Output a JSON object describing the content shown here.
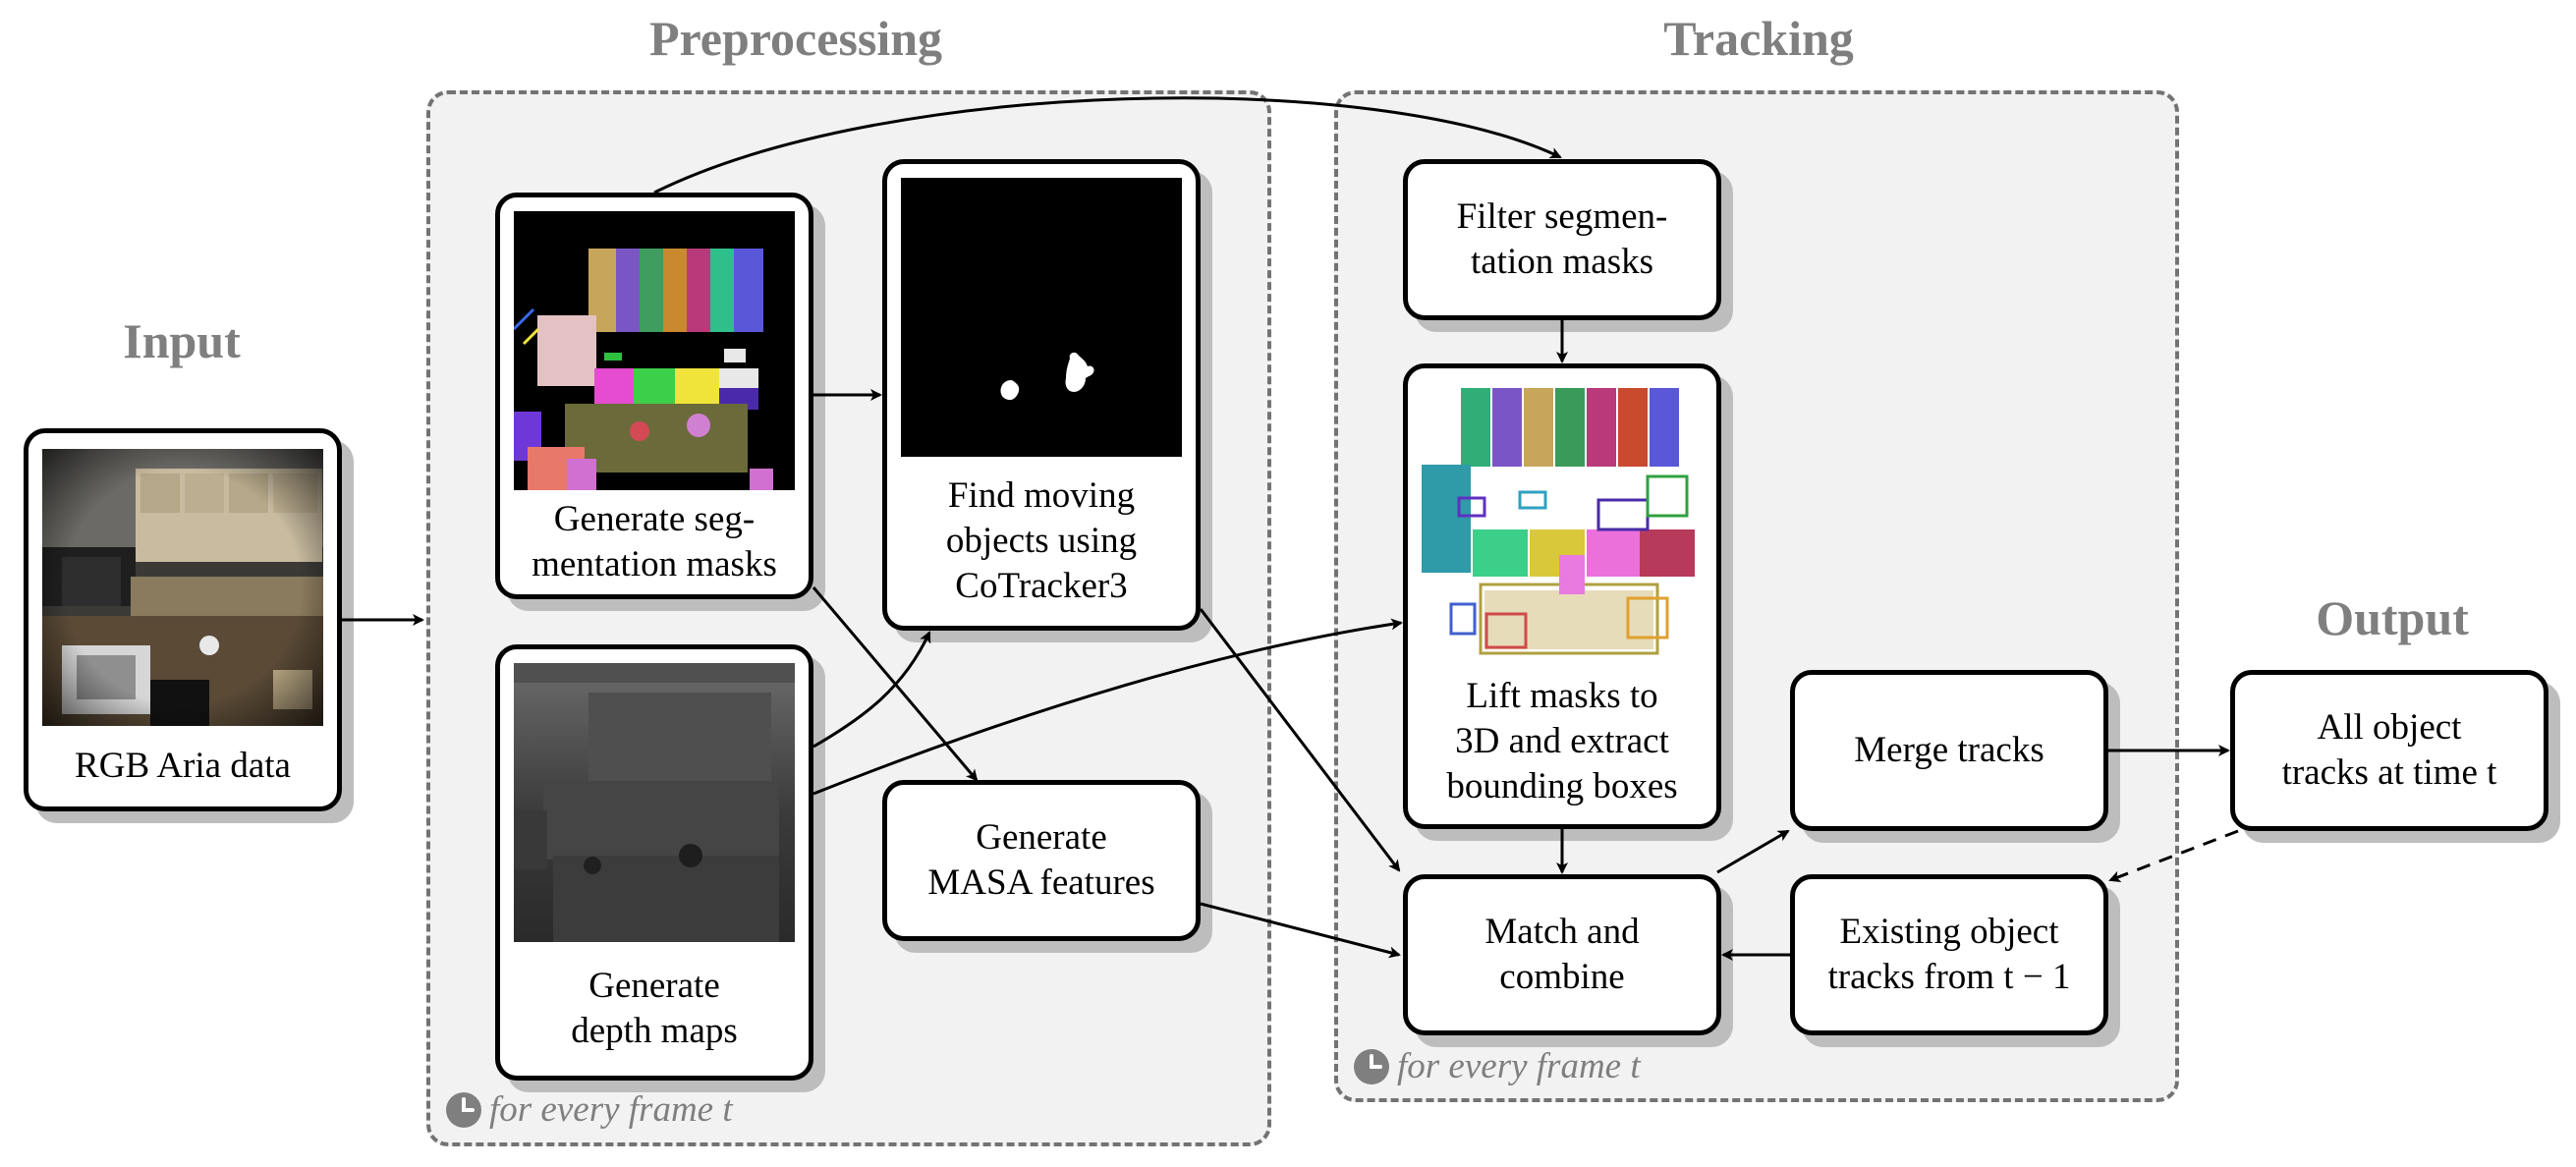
{
  "titles": {
    "input": "Input",
    "preprocessing": "Preprocessing",
    "tracking": "Tracking",
    "output": "Output"
  },
  "nodes": {
    "rgb": {
      "lines": [
        "RGB Aria data"
      ]
    },
    "segmentation": {
      "lines": [
        "Generate seg-",
        "mentation masks"
      ]
    },
    "depth": {
      "lines": [
        "Generate",
        "depth maps"
      ]
    },
    "moving": {
      "lines": [
        "Find moving",
        "objects using",
        "CoTracker3"
      ]
    },
    "masa": {
      "lines": [
        "Generate",
        "MASA features"
      ]
    },
    "filter": {
      "lines": [
        "Filter segmen-",
        "tation masks"
      ]
    },
    "lift": {
      "lines": [
        "Lift masks to",
        "3D and extract",
        "bounding boxes"
      ]
    },
    "match": {
      "lines": [
        "Match and",
        "combine"
      ]
    },
    "merge": {
      "lines": [
        "Merge tracks"
      ]
    },
    "existing": {
      "lines": [
        "Existing object",
        "tracks from t − 1"
      ]
    },
    "output": {
      "lines": [
        "All object",
        "tracks at time t"
      ]
    }
  },
  "notes": {
    "preprocessing": "for every frame t",
    "tracking": "for every frame t"
  },
  "icons": {
    "note_icon": "clock-icon"
  },
  "colors": {
    "region_fill": "#f2f2f2",
    "region_border": "#737373",
    "title_gray": "#7f7f7f",
    "shadow": "#bdbdbd"
  }
}
